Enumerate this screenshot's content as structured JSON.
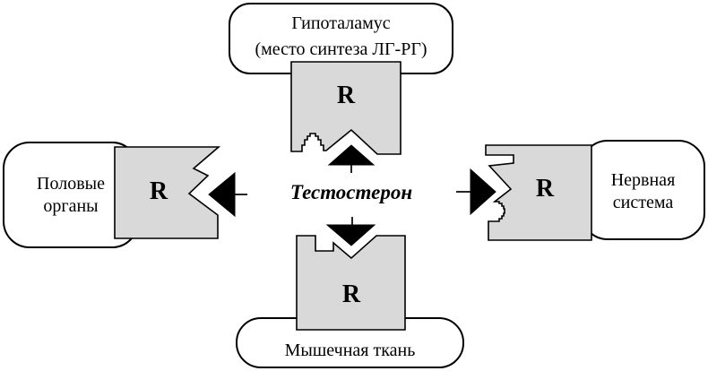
{
  "diagram": {
    "center": {
      "label": "Тестостерон"
    },
    "receptor_label": "R",
    "nodes": {
      "top": {
        "line1": "Гипоталамус",
        "line2": "(место синтеза ЛГ-РГ)"
      },
      "left": {
        "line1": "Половые",
        "line2": "органы"
      },
      "right": {
        "line1": "Нервная",
        "line2": "система"
      },
      "bottom": {
        "line1": "Мышечная ткань"
      }
    },
    "connections": [
      {
        "from": "Тестостерон",
        "to": "Гипоталамус (место синтеза ЛГ-РГ)",
        "via": "R",
        "direction": "up"
      },
      {
        "from": "Тестостерон",
        "to": "Половые органы",
        "via": "R",
        "direction": "left"
      },
      {
        "from": "Тестостерон",
        "to": "Нервная система",
        "via": "R",
        "direction": "right"
      },
      {
        "from": "Тестостерон",
        "to": "Мышечная ткань",
        "via": "R",
        "direction": "down"
      }
    ],
    "colors": {
      "receptor_fill": "#d9d9d9",
      "outline": "#000000",
      "arrow": "#000000",
      "background": "#ffffff"
    }
  }
}
